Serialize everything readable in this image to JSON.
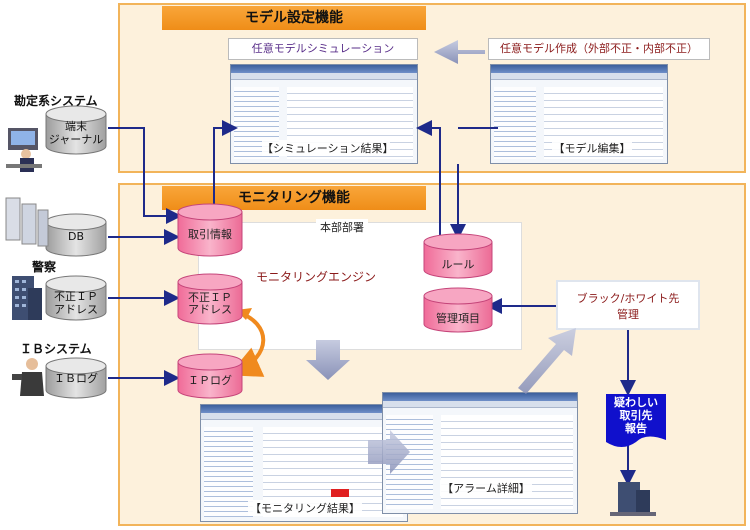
{
  "model_section": {
    "title": "モデル設定機能",
    "sim_label": "任意モデルシミュレーション",
    "create_label": "任意モデル作成（外部不正・内部不正）",
    "sim_result_caption": "【シミュレーション結果】",
    "model_edit_caption": "【モデル編集】"
  },
  "monitoring_section": {
    "title": "モニタリング機能",
    "hq_label": "本部部署",
    "engine_label": "モニタリングエンジン",
    "monitoring_result_caption": "【モニタリング結果】",
    "alarm_detail_caption": "【アラーム詳細】"
  },
  "databases": {
    "transaction_info": "取引情報",
    "fraud_ip": "不正ＩＰ\nアドレス",
    "ip_log": "ＩＰログ",
    "rule": "ルール",
    "management_item": "管理項目"
  },
  "sources": {
    "accounting_system": "勘定系システム",
    "terminal_journal": "端末\nジャーナル",
    "db": "DB",
    "police": "警察",
    "fraud_ip_address": "不正ＩＰ\nアドレス",
    "ib_system": "ＩＢシステム",
    "ib_log": "ＩＢログ"
  },
  "blackwhite": "ブラック/ホワイト先\n管理",
  "suspicious_report": "疑わしい\n取引先\n報告",
  "colors": {
    "panel_fill": "#fdf1dc",
    "panel_border": "#f2b45a",
    "title_fill": "#f39c22",
    "db_pink": "#f39ab8",
    "db_gray": "#c9c9c9",
    "arrow_navy": "#1e2a8a",
    "blue_accent": "#1010cc",
    "orange_arrow": "#f08a1e"
  }
}
